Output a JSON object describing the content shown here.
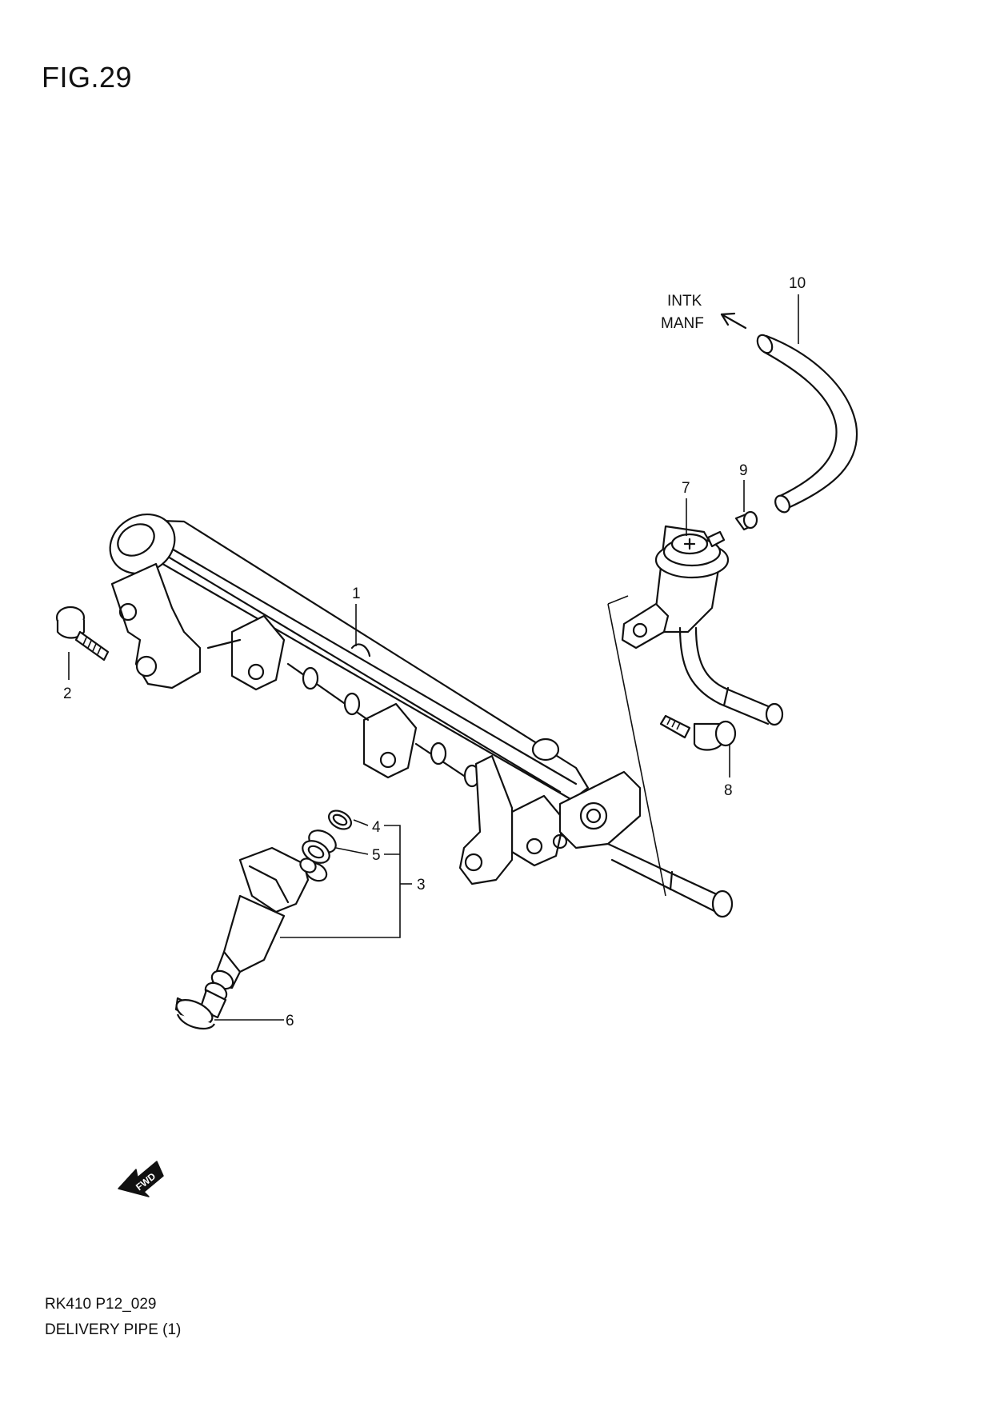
{
  "figure": {
    "title": "FIG.29"
  },
  "annotation": {
    "line1": "INTK",
    "line2": "MANF"
  },
  "callouts": [
    "1",
    "2",
    "3",
    "4",
    "5",
    "6",
    "7",
    "8",
    "9",
    "10"
  ],
  "fwd_symbol": "FWD",
  "footer": {
    "code": "RK410 P12_029",
    "name": "DELIVERY PIPE (1)"
  }
}
